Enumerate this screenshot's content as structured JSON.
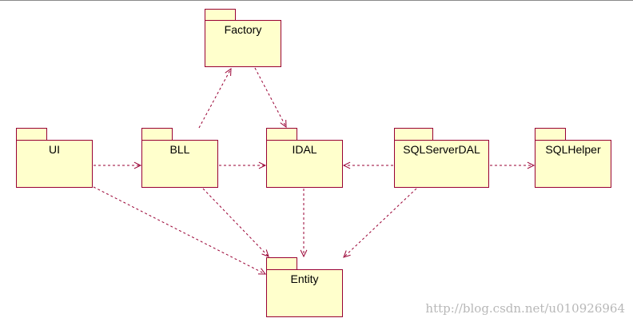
{
  "diagram": {
    "packages": {
      "factory": {
        "name": "Factory"
      },
      "ui": {
        "name": "UI"
      },
      "bll": {
        "name": "BLL"
      },
      "idal": {
        "name": "IDAL"
      },
      "sqlserverdal": {
        "name": "SQLServerDAL"
      },
      "sqlhelper": {
        "name": "SQLHelper"
      },
      "entity": {
        "name": "Entity"
      }
    },
    "dependencies": [
      {
        "from": "bll",
        "to": "factory"
      },
      {
        "from": "factory",
        "to": "idal"
      },
      {
        "from": "ui",
        "to": "bll"
      },
      {
        "from": "bll",
        "to": "idal"
      },
      {
        "from": "sqlserverdal",
        "to": "idal"
      },
      {
        "from": "sqlserverdal",
        "to": "sqlhelper"
      },
      {
        "from": "ui",
        "to": "entity"
      },
      {
        "from": "bll",
        "to": "entity"
      },
      {
        "from": "idal",
        "to": "entity"
      },
      {
        "from": "sqlserverdal",
        "to": "entity"
      }
    ],
    "colors": {
      "package_fill": "#ffffcc",
      "package_border": "#990033",
      "dependency_line": "#990033"
    }
  },
  "watermark": "http://blog.csdn.net/u010926964"
}
